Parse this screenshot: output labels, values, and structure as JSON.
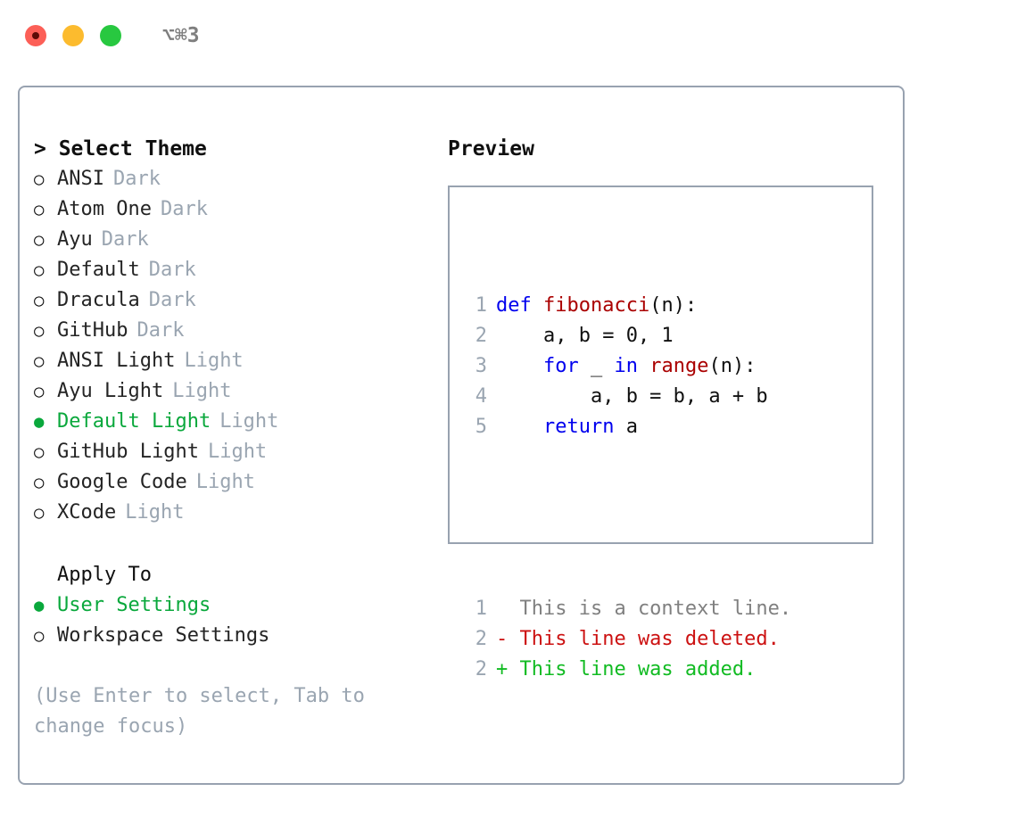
{
  "titlebar": {
    "shortcut": "⌥⌘3",
    "lights": [
      {
        "name": "close",
        "color": "#FC5F57"
      },
      {
        "name": "minimize",
        "color": "#FCBB2E"
      },
      {
        "name": "zoom",
        "color": "#28C840"
      }
    ]
  },
  "theme_picker": {
    "title": "> Select Theme",
    "marker_selected": "●",
    "marker_unselected": "○",
    "accent_color": "#0aa83c",
    "muted_color": "#9aa5b1",
    "items": [
      {
        "marker": "○",
        "label": "ANSI",
        "badge": "Dark",
        "selected": false
      },
      {
        "marker": "○",
        "label": "Atom One",
        "badge": "Dark",
        "selected": false
      },
      {
        "marker": "○",
        "label": "Ayu",
        "badge": "Dark",
        "selected": false
      },
      {
        "marker": "○",
        "label": "Default",
        "badge": "Dark",
        "selected": false
      },
      {
        "marker": "○",
        "label": "Dracula",
        "badge": "Dark",
        "selected": false
      },
      {
        "marker": "○",
        "label": "GitHub",
        "badge": "Dark",
        "selected": false
      },
      {
        "marker": "○",
        "label": "ANSI Light",
        "badge": "Light",
        "selected": false
      },
      {
        "marker": "○",
        "label": "Ayu Light",
        "badge": "Light",
        "selected": false
      },
      {
        "marker": "●",
        "label": "Default Light",
        "badge": "Light",
        "selected": true
      },
      {
        "marker": "○",
        "label": "GitHub Light",
        "badge": "Light",
        "selected": false
      },
      {
        "marker": "○",
        "label": "Google Code",
        "badge": "Light",
        "selected": false
      },
      {
        "marker": "○",
        "label": "XCode",
        "badge": "Light",
        "selected": false
      }
    ]
  },
  "apply_to": {
    "heading": "Apply To",
    "items": [
      {
        "marker": "●",
        "label": "User Settings",
        "selected": true
      },
      {
        "marker": "○",
        "label": "Workspace Settings",
        "selected": false
      }
    ]
  },
  "hint": "(Use Enter to select, Tab to change focus)",
  "preview": {
    "title": "Preview",
    "code_lines": [
      {
        "number": "1",
        "tokens": [
          {
            "t": "def ",
            "c": "kw"
          },
          {
            "t": "fibonacci",
            "c": "fn"
          },
          {
            "t": "(n):",
            "c": "plain"
          }
        ]
      },
      {
        "number": "2",
        "tokens": [
          {
            "t": "    a, b = 0, 1",
            "c": "plain"
          }
        ]
      },
      {
        "number": "3",
        "tokens": [
          {
            "t": "    ",
            "c": "plain"
          },
          {
            "t": "for",
            "c": "kw"
          },
          {
            "t": " _ ",
            "c": "plain"
          },
          {
            "t": "in",
            "c": "kw"
          },
          {
            "t": " ",
            "c": "plain"
          },
          {
            "t": "range",
            "c": "fn"
          },
          {
            "t": "(n):",
            "c": "plain"
          }
        ]
      },
      {
        "number": "4",
        "tokens": [
          {
            "t": "        a, b = b, a + b",
            "c": "plain"
          }
        ]
      },
      {
        "number": "5",
        "tokens": [
          {
            "t": "    ",
            "c": "plain"
          },
          {
            "t": "return",
            "c": "kw"
          },
          {
            "t": " a",
            "c": "plain"
          }
        ]
      }
    ],
    "diff_lines": [
      {
        "number": "1",
        "text": "  This is a context line.",
        "kind": "ctx"
      },
      {
        "number": "2",
        "text": "- This line was deleted.",
        "kind": "del"
      },
      {
        "number": "2",
        "text": "+ This line was added.",
        "kind": "add"
      }
    ]
  }
}
